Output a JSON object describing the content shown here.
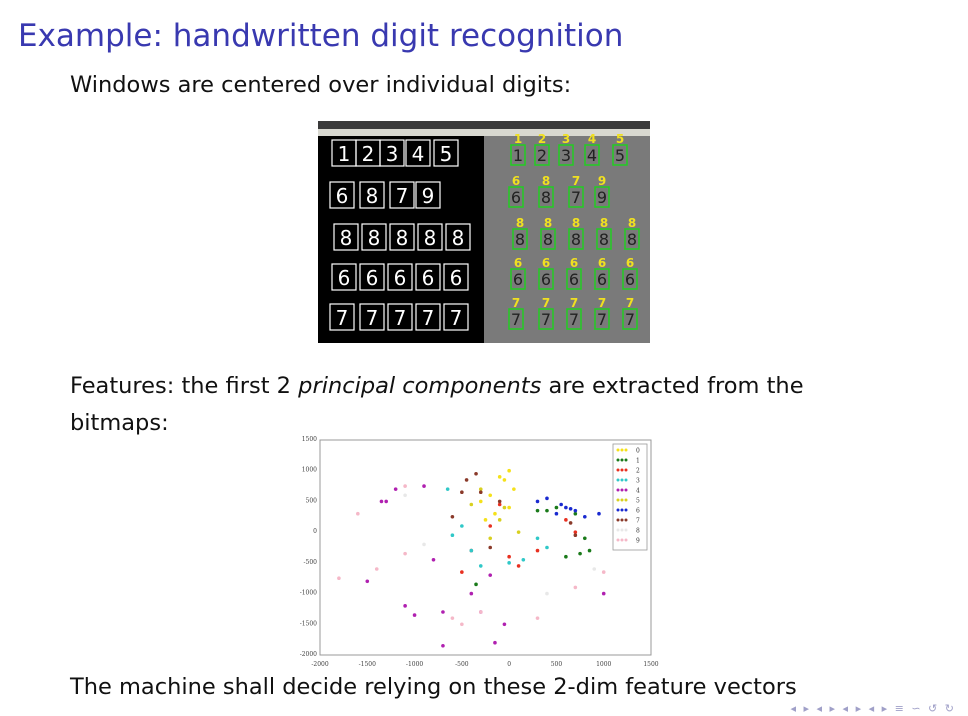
{
  "slide": {
    "title": "Example: handwritten digit recognition",
    "line1": "Windows are centered over individual digits:",
    "features_prefix": "Features: the first 2 ",
    "features_em": "principal components",
    "features_suffix": " are extracted from the",
    "features_line2": "bitmaps:",
    "conclusion": "The machine shall decide relying on these 2-dim feature vectors",
    "nav_symbols": "◂ ▸ ◂ ▸ ◂ ▸ ◂ ▸ ≡ ∽ ↺ ↻"
  },
  "digit_screenshot": {
    "rows": [
      [
        "1",
        "2",
        "3",
        "4",
        "5"
      ],
      [
        "6",
        "8",
        "7",
        "9"
      ],
      [
        "8",
        "8",
        "8",
        "8",
        "8"
      ],
      [
        "6",
        "6",
        "6",
        "6",
        "6"
      ],
      [
        "7",
        "7",
        "7",
        "7",
        "7"
      ]
    ],
    "colors": {
      "left_bg": "#000000",
      "right_bg": "#7a7a7a",
      "box_left": "#ffffff",
      "box_right": "#22cc22",
      "label": "#f0e020"
    }
  },
  "chart_data": {
    "type": "scatter",
    "title": "",
    "xlabel": "",
    "ylabel": "",
    "xlim": [
      -2000,
      1500
    ],
    "ylim": [
      -2000,
      1500
    ],
    "xticks": [
      "-2000",
      "-1500",
      "-1000",
      "-500",
      "0",
      "500",
      "1000",
      "1500"
    ],
    "yticks": [
      "-2000",
      "-1500",
      "-1000",
      "-500",
      "0",
      "500",
      "1000",
      "1500"
    ],
    "legend_position": "top-right",
    "series": [
      {
        "name": "0",
        "color": "#f5e11a",
        "points": [
          [
            -200,
            600
          ],
          [
            -100,
            900
          ],
          [
            0,
            1000
          ],
          [
            -300,
            500
          ],
          [
            -150,
            300
          ],
          [
            50,
            700
          ],
          [
            -250,
            200
          ],
          [
            0,
            400
          ],
          [
            -50,
            850
          ]
        ]
      },
      {
        "name": "1",
        "color": "#1a7a1a",
        "points": [
          [
            300,
            350
          ],
          [
            500,
            400
          ],
          [
            700,
            300
          ],
          [
            800,
            -100
          ],
          [
            600,
            -400
          ],
          [
            750,
            -350
          ],
          [
            400,
            350
          ],
          [
            850,
            -300
          ],
          [
            -350,
            -850
          ]
        ]
      },
      {
        "name": "2",
        "color": "#e83020",
        "points": [
          [
            -200,
            100
          ],
          [
            -100,
            450
          ],
          [
            0,
            -400
          ],
          [
            600,
            200
          ],
          [
            700,
            0
          ],
          [
            -400,
            -300
          ],
          [
            300,
            -300
          ],
          [
            100,
            -550
          ],
          [
            -500,
            -650
          ]
        ]
      },
      {
        "name": "3",
        "color": "#30c8c8",
        "points": [
          [
            -600,
            -50
          ],
          [
            -400,
            -300
          ],
          [
            -300,
            -550
          ],
          [
            0,
            -500
          ],
          [
            150,
            -450
          ],
          [
            300,
            -100
          ],
          [
            -650,
            700
          ],
          [
            -500,
            100
          ],
          [
            400,
            -250
          ]
        ]
      },
      {
        "name": "4",
        "color": "#b020b0",
        "points": [
          [
            -1300,
            500
          ],
          [
            -1500,
            -800
          ],
          [
            -1100,
            -1200
          ],
          [
            -700,
            -1300
          ],
          [
            -150,
            -1800
          ],
          [
            -700,
            -1850
          ],
          [
            -1000,
            -1350
          ],
          [
            -400,
            -1000
          ],
          [
            -200,
            -700
          ],
          [
            1000,
            -1000
          ],
          [
            -1200,
            700
          ],
          [
            -800,
            -450
          ],
          [
            -50,
            -1500
          ],
          [
            -300,
            -1300
          ],
          [
            -1350,
            500
          ],
          [
            -900,
            750
          ]
        ]
      },
      {
        "name": "5",
        "color": "#d8d020",
        "points": [
          [
            -100,
            200
          ],
          [
            -200,
            -100
          ],
          [
            -300,
            700
          ],
          [
            100,
            0
          ],
          [
            -50,
            400
          ],
          [
            -400,
            450
          ]
        ]
      },
      {
        "name": "6",
        "color": "#1a2ad0",
        "points": [
          [
            400,
            550
          ],
          [
            550,
            450
          ],
          [
            700,
            350
          ],
          [
            800,
            250
          ],
          [
            950,
            300
          ],
          [
            600,
            400
          ],
          [
            300,
            500
          ],
          [
            500,
            300
          ],
          [
            650,
            380
          ]
        ]
      },
      {
        "name": "7",
        "color": "#8a3a2a",
        "points": [
          [
            -450,
            850
          ],
          [
            -300,
            650
          ],
          [
            -600,
            250
          ],
          [
            -200,
            -250
          ],
          [
            -100,
            500
          ],
          [
            650,
            150
          ],
          [
            700,
            -50
          ],
          [
            -500,
            650
          ],
          [
            -350,
            950
          ]
        ]
      },
      {
        "name": "8",
        "color": "#e8e8e8",
        "points": [
          [
            -1100,
            600
          ],
          [
            -900,
            -200
          ],
          [
            900,
            -600
          ],
          [
            400,
            -1000
          ]
        ]
      },
      {
        "name": "9",
        "color": "#f5b8c8",
        "points": [
          [
            -1600,
            300
          ],
          [
            -1800,
            -750
          ],
          [
            -1400,
            -600
          ],
          [
            -600,
            -1400
          ],
          [
            -300,
            -1300
          ],
          [
            300,
            -1400
          ],
          [
            1000,
            -650
          ],
          [
            -1100,
            -350
          ],
          [
            -500,
            -1500
          ],
          [
            700,
            -900
          ],
          [
            -1100,
            750
          ]
        ]
      }
    ]
  }
}
